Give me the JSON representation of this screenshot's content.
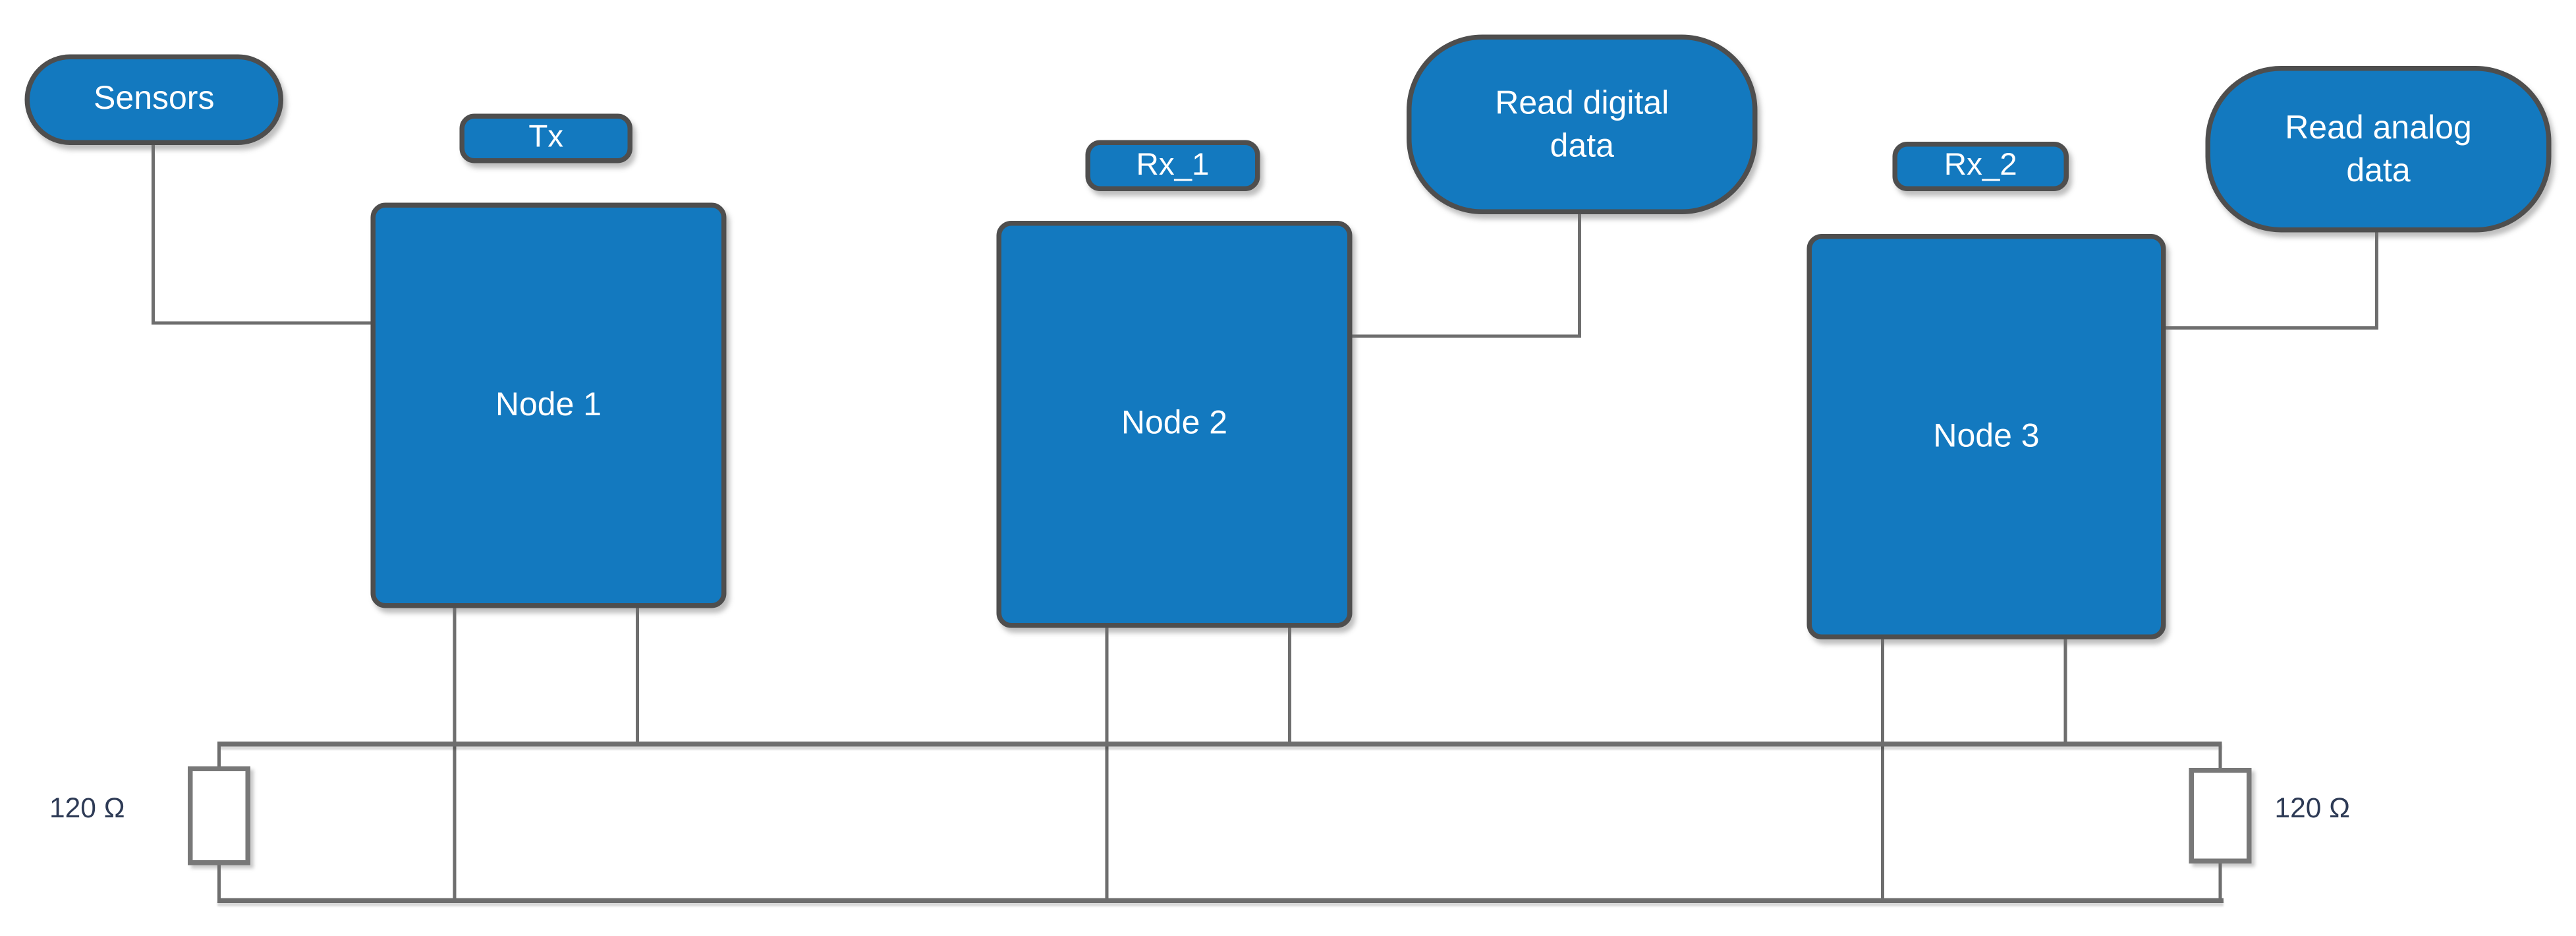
{
  "diagram": {
    "title_hint": "CAN bus topology with three nodes and terminating resistors",
    "shapes": {
      "sensors": {
        "label": "Sensors"
      },
      "tx": {
        "label": "Tx"
      },
      "rx1": {
        "label": "Rx_1"
      },
      "rx2": {
        "label": "Rx_2"
      },
      "read_digital": {
        "label": "Read digital data"
      },
      "read_analog": {
        "label": "Read analog data"
      },
      "node1": {
        "label": "Node 1"
      },
      "node2": {
        "label": "Node 2"
      },
      "node3": {
        "label": "Node 3"
      }
    },
    "resistors": {
      "left": {
        "label": "120 Ω"
      },
      "right": {
        "label": "120 Ω"
      }
    },
    "colors": {
      "shape_fill": "#1379BF",
      "shape_border": "#4e4e4e",
      "shape_text": "#ffffff",
      "wire": "#6e6e6e",
      "resistor_fill": "#ffffff",
      "resistor_border": "#787878",
      "ohm_text": "#2d3a55",
      "background": "#ffffff"
    }
  }
}
